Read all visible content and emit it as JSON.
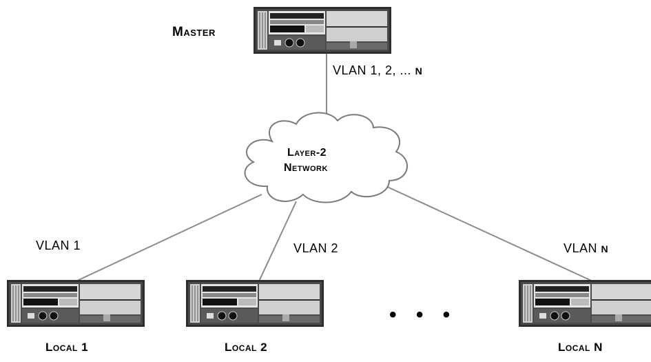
{
  "master": {
    "label": "Master",
    "link_label": "VLAN 1, 2, ...",
    "link_suffix": "N"
  },
  "cloud": {
    "line1": "Layer-2",
    "line2": "Network"
  },
  "locals": [
    {
      "label": "Local 1",
      "vlan_prefix": "VLAN 1",
      "vlan_suffix": ""
    },
    {
      "label": "Local 2",
      "vlan_prefix": "VLAN 2",
      "vlan_suffix": ""
    },
    {
      "label": "Local N",
      "vlan_prefix": "VLAN",
      "vlan_suffix": "N"
    }
  ],
  "ellipsis": "• • •",
  "colors": {
    "line": "#8a8a8a",
    "device_dark": "#3a3a3a",
    "device_light": "#d8d8d8"
  }
}
